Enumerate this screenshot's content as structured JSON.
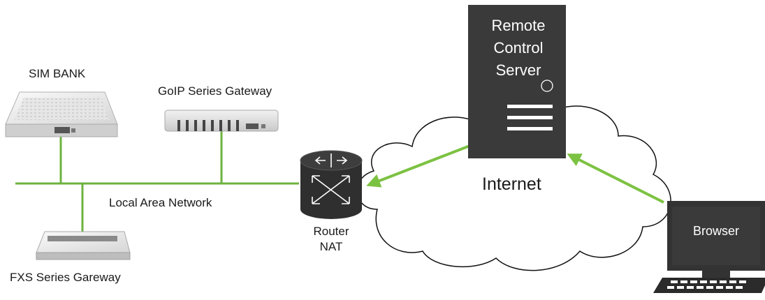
{
  "labels": {
    "sim_bank": "SIM BANK",
    "goip_gateway": "GoIP Series Gateway",
    "fxs_gateway": "FXS Series Gareway",
    "lan": "Local Area Network",
    "router_line1": "Router",
    "router_line2": "NAT",
    "internet": "Internet",
    "server_line1": "Remote",
    "server_line2": "Control",
    "server_line3": "Server",
    "browser": "Browser"
  },
  "colors": {
    "link_green": "#6db33f",
    "arrow_green": "#7cc242",
    "device_dark": "#3a3a3a",
    "cloud_stroke": "#111111"
  },
  "icons": {
    "router": "router-icon",
    "server": "server-icon",
    "computer": "computer-icon",
    "cloud": "cloud-icon"
  }
}
